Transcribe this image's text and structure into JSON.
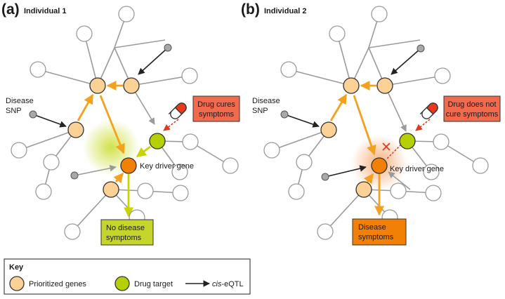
{
  "panels": [
    {
      "letter": "(a)",
      "title": "Individual 1",
      "snp_label_line1": "Disease",
      "snp_label_line2": "SNP",
      "drug_box_line1": "Drug cures",
      "drug_box_line2": "symptoms",
      "key_driver_label": "Key driver gene",
      "outcome_line1": "No disease",
      "outcome_line2": "symptoms"
    },
    {
      "letter": "(b)",
      "title": "Individual 2",
      "snp_label_line1": "Disease",
      "snp_label_line2": "SNP",
      "drug_box_line1": "Drug does not",
      "drug_box_line2": "cure symptoms",
      "key_driver_label": "Key driver gene",
      "outcome_line1": "Disease",
      "outcome_line2": "symptoms"
    }
  ],
  "key": {
    "title": "Key",
    "prioritized": "Prioritized genes",
    "drug_target": "Drug target",
    "eqtl_prefix": "cis",
    "eqtl_suffix": "-eQTL"
  },
  "colors": {
    "prioritized_gene": "#fbd196",
    "drug_target": "#b5cf00",
    "key_driver": "#f28006",
    "orange_arrow": "#f4a11d",
    "green_arrow": "#c8d400",
    "drug_box": "#f26a4e",
    "no_symptoms_box": "#c5d52c",
    "symptoms_box": "#f28006",
    "grey_edge": "#9b9b9b",
    "snp_node": "#a8a8a8"
  }
}
